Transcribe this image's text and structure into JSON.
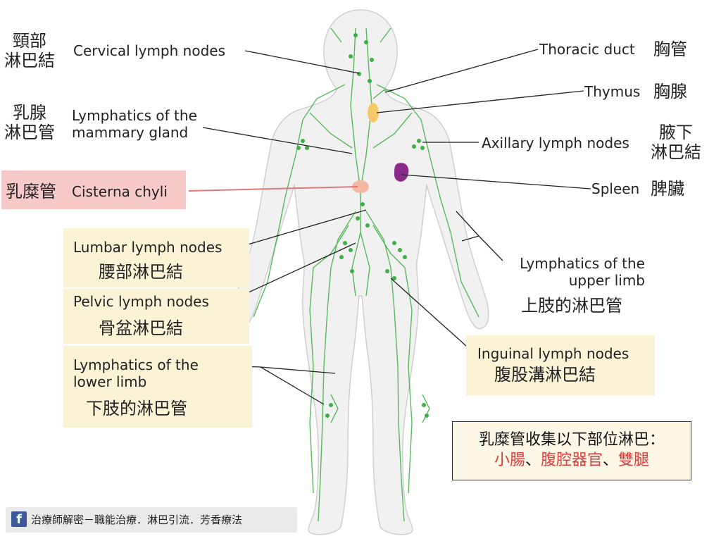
{
  "labels": {
    "cervical_zh": "頸部\n淋巴結",
    "cervical_en": "Cervical lymph nodes",
    "mammary_zh": "乳腺\n淋巴管",
    "mammary_en": "Lymphatics of the\nmammary gland",
    "cisterna_zh": "乳糜管",
    "cisterna_en": "Cisterna chyli",
    "lumbar_en": "Lumbar lymph nodes",
    "lumbar_zh": "腰部淋巴結",
    "pelvic_en": "Pelvic lymph nodes",
    "pelvic_zh": "骨盆淋巴結",
    "lowerlimb_en": "Lymphatics of the\nlower limb",
    "lowerlimb_zh": "下肢的淋巴管",
    "thoracic_en": "Thoracic duct",
    "thoracic_zh": "胸管",
    "thymus_en": "Thymus",
    "thymus_zh": "胸腺",
    "axillary_en": "Axillary lymph nodes",
    "axillary_zh": "腋下\n淋巴結",
    "spleen_en": "Spleen",
    "spleen_zh": "脾臟",
    "upperlimb_en": "Lymphatics of the\nupper limb",
    "upperlimb_zh": "上肢的淋巴管",
    "inguinal_en": "Inguinal lymph nodes",
    "inguinal_zh": "腹股溝淋巴結"
  },
  "note": {
    "line1": "乳糜管收集以下部位淋巴：",
    "item1": "小腸",
    "sep1": "、",
    "item2": "腹腔器官",
    "sep2": "、",
    "item3": "雙腿"
  },
  "footer": {
    "icon": "f",
    "text": "治療師解密－職能治療．淋巴引流．芳香療法"
  },
  "colors": {
    "lymph": "#3cb043",
    "thymus": "#f5c96a",
    "spleen": "#8b2a8b",
    "highlight_pink": "#f7c9c9",
    "highlight_yellow": "#fbf3d6",
    "note_red": "#e03b3b"
  }
}
